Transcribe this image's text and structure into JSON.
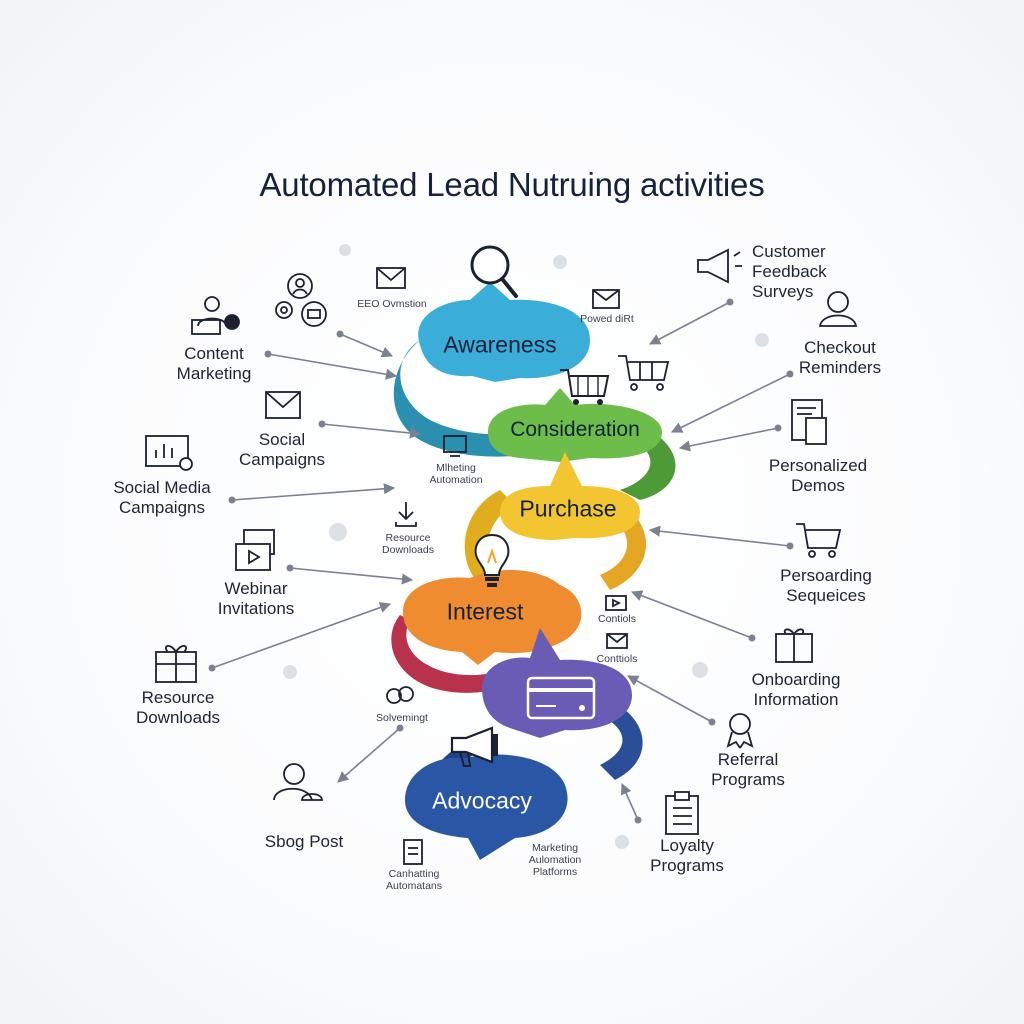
{
  "title": "Automated Lead Nutruing activities",
  "colors": {
    "awareness": "#3aaed8",
    "consideration": "#6dbd4a",
    "purchase": "#f2c531",
    "interest": "#ef8c2f",
    "interest_tail": "#b8324c",
    "conversion": "#6a5bb5",
    "advocacy": "#2a56a6",
    "arrow": "#7c8191"
  },
  "stages": {
    "awareness": "Awareness",
    "consideration": "Consideration",
    "purchase": "Purchase",
    "interest": "Interest",
    "advocacy": "Advocacy"
  },
  "left_labels": {
    "content_marketing": "Content\nMarketing",
    "social_campaigns": "Social\nCampaigns",
    "social_media_campaigns": "Social Media\nCampaigns",
    "webinar_invitations": "Webinar\nInvitations",
    "resource_downloads": "Resource\nDownloads",
    "blog_post": "Sbog Post"
  },
  "right_labels": {
    "customer_feedback": "Customer\nFeedback\nSurveys",
    "checkout_reminders": "Checkout\nReminders",
    "personalized_demos": "Personalized\nDemos",
    "persoarding_sequences": "Persoarding\nSequeices",
    "onboarding_information": "Onboarding\nInformation",
    "referral_programs": "Referral\nPrograms",
    "loyalty_programs": "Loyalty\nPrograms"
  },
  "small_labels": {
    "seo_automation": "EEO Ovmstion",
    "powered": "Powed diRt",
    "marketing_automation": "Mlheting\nAutomation",
    "resource_downloads_small": "Resource\nDownloads",
    "contacts_1": "Contiols",
    "contacts_2": "Conttiols",
    "submitting": "Solvemingt",
    "marketing_platforms": "Marketing\nAulomation\nPlatforms",
    "campaign_automations": "Canhatting\nAutomatans"
  },
  "icons": [
    "person-laptop-icon",
    "gear-icon",
    "user-circle-icon",
    "chat-icon",
    "envelope-icon",
    "magnifier-icon",
    "shopping-cart-icon",
    "megaphone-icon",
    "user-icon",
    "document-chart-icon",
    "monitor-chart-icon",
    "video-icon",
    "gift-icon",
    "lightbulb-icon",
    "credit-card-icon",
    "award-icon",
    "clipboard-icon",
    "person-cloud-icon",
    "download-icon"
  ]
}
